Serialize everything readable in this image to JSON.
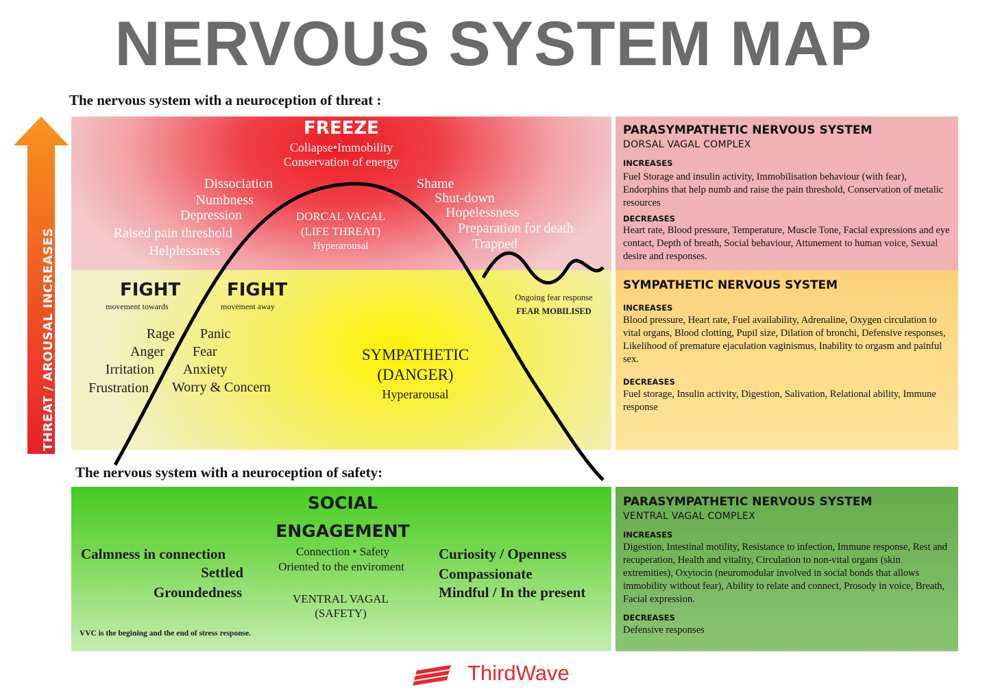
{
  "title": "NERVOUS SYSTEM MAP",
  "threat_heading": "The nervous system with a neuroception of threat :",
  "safety_heading": "The nervous system with a neuroception of safety:",
  "arrow_label": "THREAT / AROUSAL INCREASES",
  "colors": {
    "red": "#ee1c25",
    "yellow": "#fff200",
    "green": "#44cc22",
    "arrow_top": "#f7941d",
    "arrow_bottom": "#e8202a"
  },
  "freeze": {
    "title": "FREEZE",
    "line1_a": "Collapse",
    "line1_b": "Immobility",
    "line2": "Conservation of energy",
    "left_words": [
      "Dissociation",
      "Numbness",
      "Depression",
      "Raised pain threshold",
      "Helplessness"
    ],
    "right_words": [
      "Shame",
      "Shut-down",
      "Hopelessness",
      "Preparation for death",
      "Trapped"
    ],
    "center_l1": "DORCAL VAGAL",
    "center_l2": "(LIFE THREAT)",
    "center_l3": "Hyperarousal"
  },
  "fight": {
    "towards_title": "FIGHT",
    "towards_sub": "movement towards",
    "away_title": "FIGHT",
    "away_sub": "movement away",
    "left_words": [
      "Rage",
      "Anger",
      "Irritation",
      "Frustration"
    ],
    "right_words": [
      "Panic",
      "Fear",
      "Anxiety",
      "Worry & Concern"
    ]
  },
  "sympathetic": {
    "l1": "SYMPATHETIC",
    "l2": "(DANGER)",
    "l3": "Hyperarousal"
  },
  "fear": {
    "l1": "Ongoing fear response",
    "l2": "FEAR MOBILISED"
  },
  "social": {
    "title_l1": "SOCIAL",
    "title_l2": "ENGAGEMENT",
    "c1_a": "Connection",
    "c1_b": "Safety",
    "c2": "Oriented to the enviroment",
    "vv_l1": "VENTRAL VAGAL",
    "vv_l2": "(SAFETY)",
    "left_words": [
      "Calmness in connection",
      "Settled",
      "Groundedness"
    ],
    "right_words": [
      "Curiosity / Openness",
      "Compassionate",
      "Mindful / In the present"
    ],
    "footnote": "VVC is the begining and the end of stress response."
  },
  "pns_dorsal": {
    "title": "PARASYMPATHETIC NERVOUS SYSTEM",
    "subtitle": "DORSAL VAGAL COMPLEX",
    "increases_label": "INCREASES",
    "increases": "Fuel Storage and insulin activity, Immobilisation behaviour (with fear), Endorphins that help numb and raise the pain threshold, Conservation of metalic resources",
    "decreases_label": "DECREASES",
    "decreases": "Heart rate, Blood pressure, Temperature, Muscle Tone, Facial expressions and eye contact, Depth of breath, Social behaviour, Attunement to human voice, Sexual desire and responses."
  },
  "sns": {
    "title": "SYMPATHETIC NERVOUS SYSTEM",
    "increases_label": "INCREASES",
    "increases": "Blood pressure, Heart rate, Fuel availability, Adrenaline, Oxygen circulation to vital organs, Blood clotting, Pupil size, Dilation of bronchi, Defensive responses, Likelihood of premature ejaculation vaginismus, Inability to orgasm and painful sex.",
    "decreases_label": "DECREASES",
    "decreases": "Fuel storage, Insulin activity, Digestion, Salivation, Relational ability, Immune response"
  },
  "pns_ventral": {
    "title": "PARASYMPATHETIC NERVOUS SYSTEM",
    "subtitle": "VENTRAL VAGAL COMPLEX",
    "increases_label": "INCREASES",
    "increases": "Digestion, Intestinal motility, Resistance to infection, Immune response, Rest and recuperation, Health and vitality, Circulation to non-vital organs (skin extremities), Oxytocin (neuromodular involved in social bonds that allows immobility without fear), Ability to relate and connect, Prosody in voice, Breath, Facial expression.",
    "decreases_label": "DECREASES",
    "decreases": "Defensive responses"
  },
  "logo": {
    "name": "ThirdWave",
    "icon": "three-stripes-icon"
  }
}
